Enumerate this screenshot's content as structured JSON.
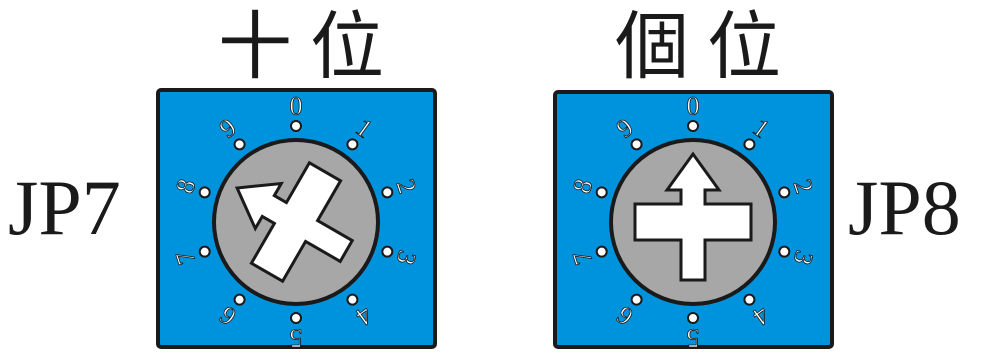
{
  "left_switch": {
    "title": "十位",
    "label": "JP7",
    "digits": [
      "0",
      "1",
      "2",
      "3",
      "4",
      "5",
      "6",
      "7",
      "8",
      "9"
    ]
  },
  "right_switch": {
    "title": "個位",
    "label": "JP8",
    "digits": [
      "0",
      "1",
      "2",
      "3",
      "4",
      "5",
      "6",
      "7",
      "8",
      "9"
    ]
  },
  "colors": {
    "panel": "#0093dd",
    "dial": "#a7a7a7",
    "outline": "#1a1a1a",
    "marks": "#ffffff"
  }
}
